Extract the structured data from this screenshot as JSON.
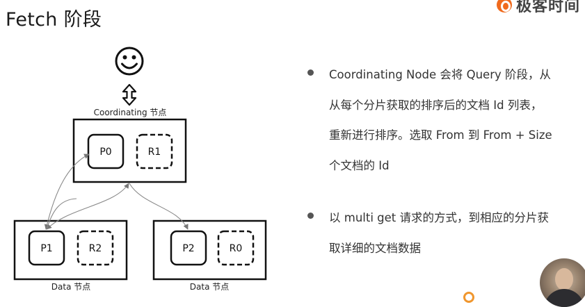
{
  "slide": {
    "title": "Fetch 阶段",
    "logo_text": "极客时间"
  },
  "diagram": {
    "coordinating_label": "Coordinating 节点",
    "coordinating_shards": [
      "P0",
      "R1"
    ],
    "data_nodes": [
      {
        "label": "Data 节点",
        "shards": [
          "P1",
          "R2"
        ]
      },
      {
        "label": "Data 节点",
        "shards": [
          "P2",
          "R0"
        ]
      }
    ]
  },
  "bullets": [
    {
      "lines": [
        "Coordinating Node 会将 Query 阶段，从",
        "从每个分片获取的排序后的文档 Id 列表，",
        "重新进行排序。选取 From 到 From + Size",
        "个文档的 Id"
      ]
    },
    {
      "lines": [
        "以 multi get 请求的方式，到相应的分片获",
        "取详细的文档数据"
      ]
    }
  ],
  "icons": {
    "user": "smiley-icon",
    "request_response": "double-arrow-icon"
  },
  "colors": {
    "accent": "#f06a1d",
    "stroke": "#111111",
    "arrow": "#888888"
  }
}
